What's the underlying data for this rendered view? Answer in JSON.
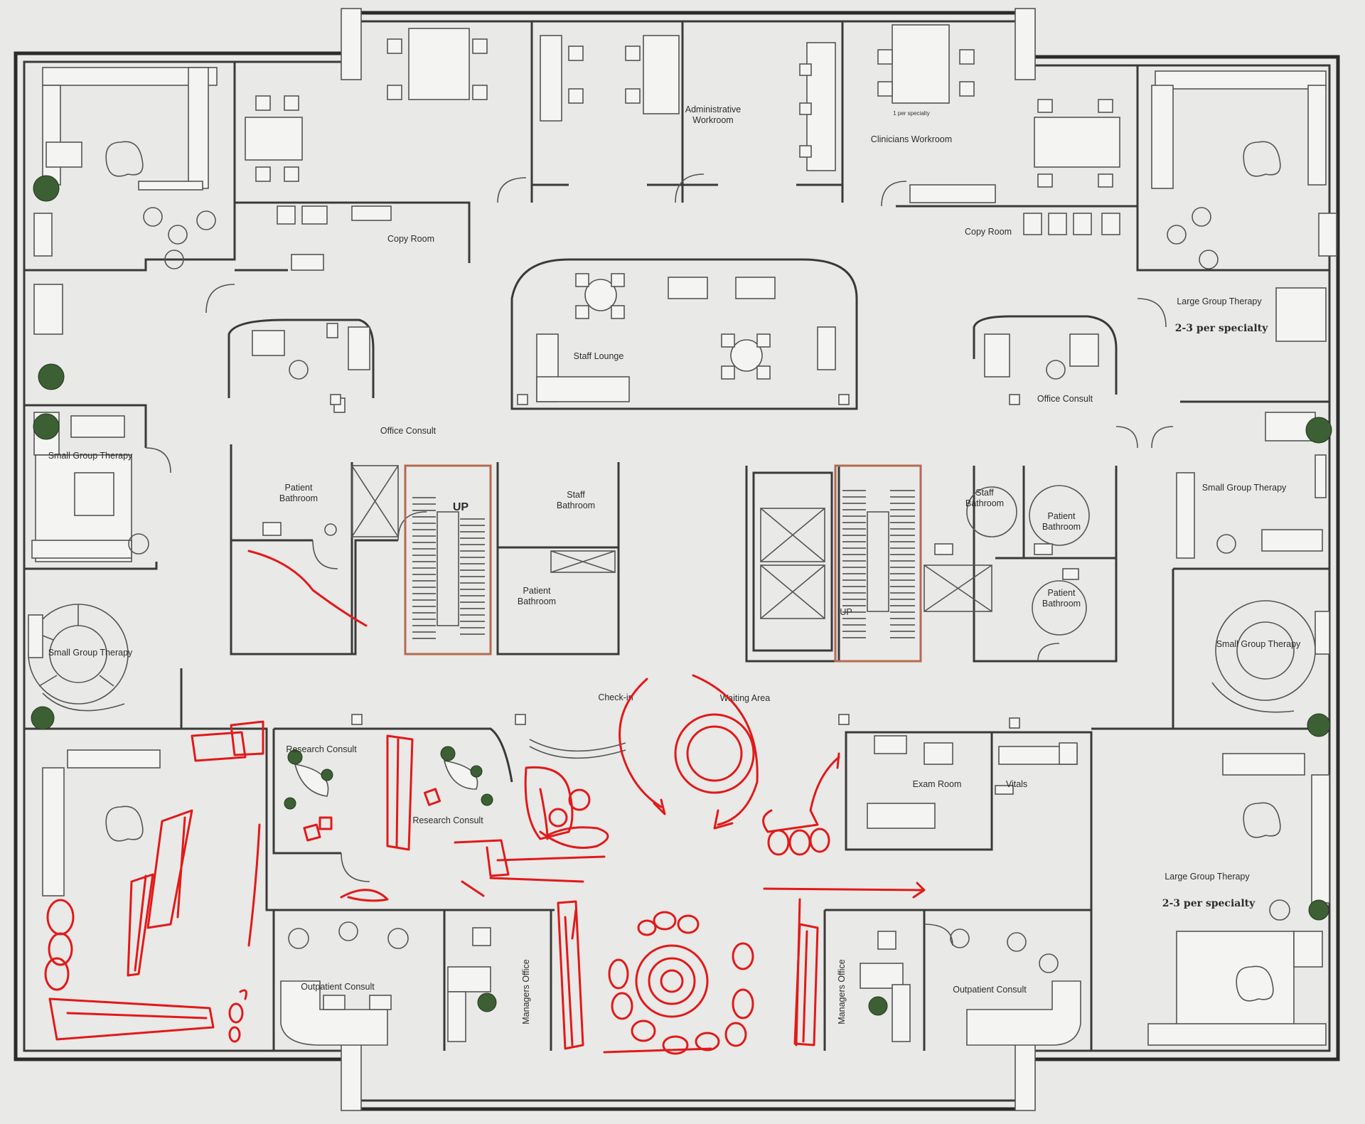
{
  "rooms": {
    "administrative_workroom": [
      "Administrative",
      "Workroom"
    ],
    "clinicians_workroom": "Clinicians Workroom",
    "clinicians_note": "1 per specialty",
    "copy_room_left": "Copy Room",
    "copy_room_right": "Copy Room",
    "large_group_therapy_top": "Large Group Therapy",
    "large_group_therapy_top_note": "2-3 per specialty",
    "large_group_therapy_bottom": "Large Group Therapy",
    "large_group_therapy_bottom_note": "2-3 per specialty",
    "staff_lounge": "Staff Lounge",
    "office_consult_left": "Office Consult",
    "office_consult_right": "Office Consult",
    "small_group_therapy_left_top": "Small Group Therapy",
    "small_group_therapy_left_bottom": "Small Group Therapy",
    "small_group_therapy_right_top": "Small Group Therapy",
    "small_group_therapy_right_bottom": "Small Group Therapy",
    "patient_bathroom_1": [
      "Patient",
      "Bathroom"
    ],
    "patient_bathroom_2": [
      "Patient",
      "Bathroom"
    ],
    "patient_bathroom_3": [
      "Patient",
      "Bathroom"
    ],
    "patient_bathroom_4": [
      "Patient",
      "Bathroom"
    ],
    "staff_bathroom_1": [
      "Staff",
      "Bathroom"
    ],
    "staff_bathroom_2": [
      "Staff",
      "Bathroom"
    ],
    "stair_up_left": "UP",
    "stair_up_right": "UP",
    "check_in": "Check-in",
    "waiting_area": "Waiting Area",
    "research_consult_1": "Research Consult",
    "research_consult_2": "Research Consult",
    "exam_room": "Exam Room",
    "vitals": "Vitals",
    "outpatient_consult_left": "Outpatient Consult",
    "outpatient_consult_right": "Outpatient Consult",
    "managers_office_left": "Managers Office",
    "managers_office_right": "Managers Office"
  },
  "colors": {
    "walls": "#2b2b2b",
    "stair_outline": "#b36b52",
    "plants": "#3c5f34",
    "markup": "#e01a1a",
    "paper": "#e9e9e7"
  }
}
